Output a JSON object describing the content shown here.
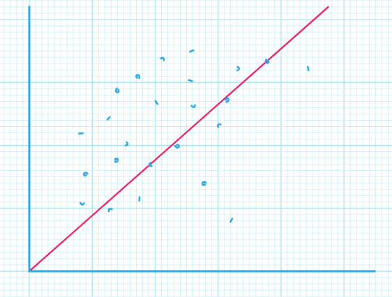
{
  "colors": {
    "background": "#ffffff",
    "grid_minor": "#c9eef5",
    "grid_major": "#a3dfec",
    "axis": "#2aa6e6",
    "trend_line": "#e8175d",
    "points": "#2aa6e6"
  },
  "chart_data": {
    "type": "scatter",
    "xlim": [
      0,
      55
    ],
    "ylim": [
      0,
      42
    ],
    "grid": true,
    "series": [
      {
        "points": [
          {
            "x": 8.4,
            "y": 10.7
          },
          {
            "x": 8.9,
            "y": 15.5
          },
          {
            "x": 8.2,
            "y": 21.9
          },
          {
            "x": 12.8,
            "y": 9.8
          },
          {
            "x": 13.9,
            "y": 17.6
          },
          {
            "x": 12.6,
            "y": 24.3
          },
          {
            "x": 15.5,
            "y": 20.2
          },
          {
            "x": 13.9,
            "y": 28.7
          },
          {
            "x": 17.5,
            "y": 11.5
          },
          {
            "x": 19.2,
            "y": 16.9
          },
          {
            "x": 17.3,
            "y": 31.0
          },
          {
            "x": 20.2,
            "y": 26.8
          },
          {
            "x": 21.2,
            "y": 33.8
          },
          {
            "x": 23.5,
            "y": 19.8
          },
          {
            "x": 25.6,
            "y": 30.3
          },
          {
            "x": 26.1,
            "y": 26.2
          },
          {
            "x": 27.7,
            "y": 14.0
          },
          {
            "x": 25.8,
            "y": 35.0
          },
          {
            "x": 30.1,
            "y": 23.2
          },
          {
            "x": 31.5,
            "y": 27.2
          },
          {
            "x": 32.1,
            "y": 8.1
          },
          {
            "x": 33.2,
            "y": 32.2
          },
          {
            "x": 37.7,
            "y": 33.3
          },
          {
            "x": 44.3,
            "y": 32.2
          }
        ]
      }
    ],
    "trend_line": {
      "x": [
        0,
        47.5
      ],
      "y": [
        0,
        42
      ]
    }
  }
}
